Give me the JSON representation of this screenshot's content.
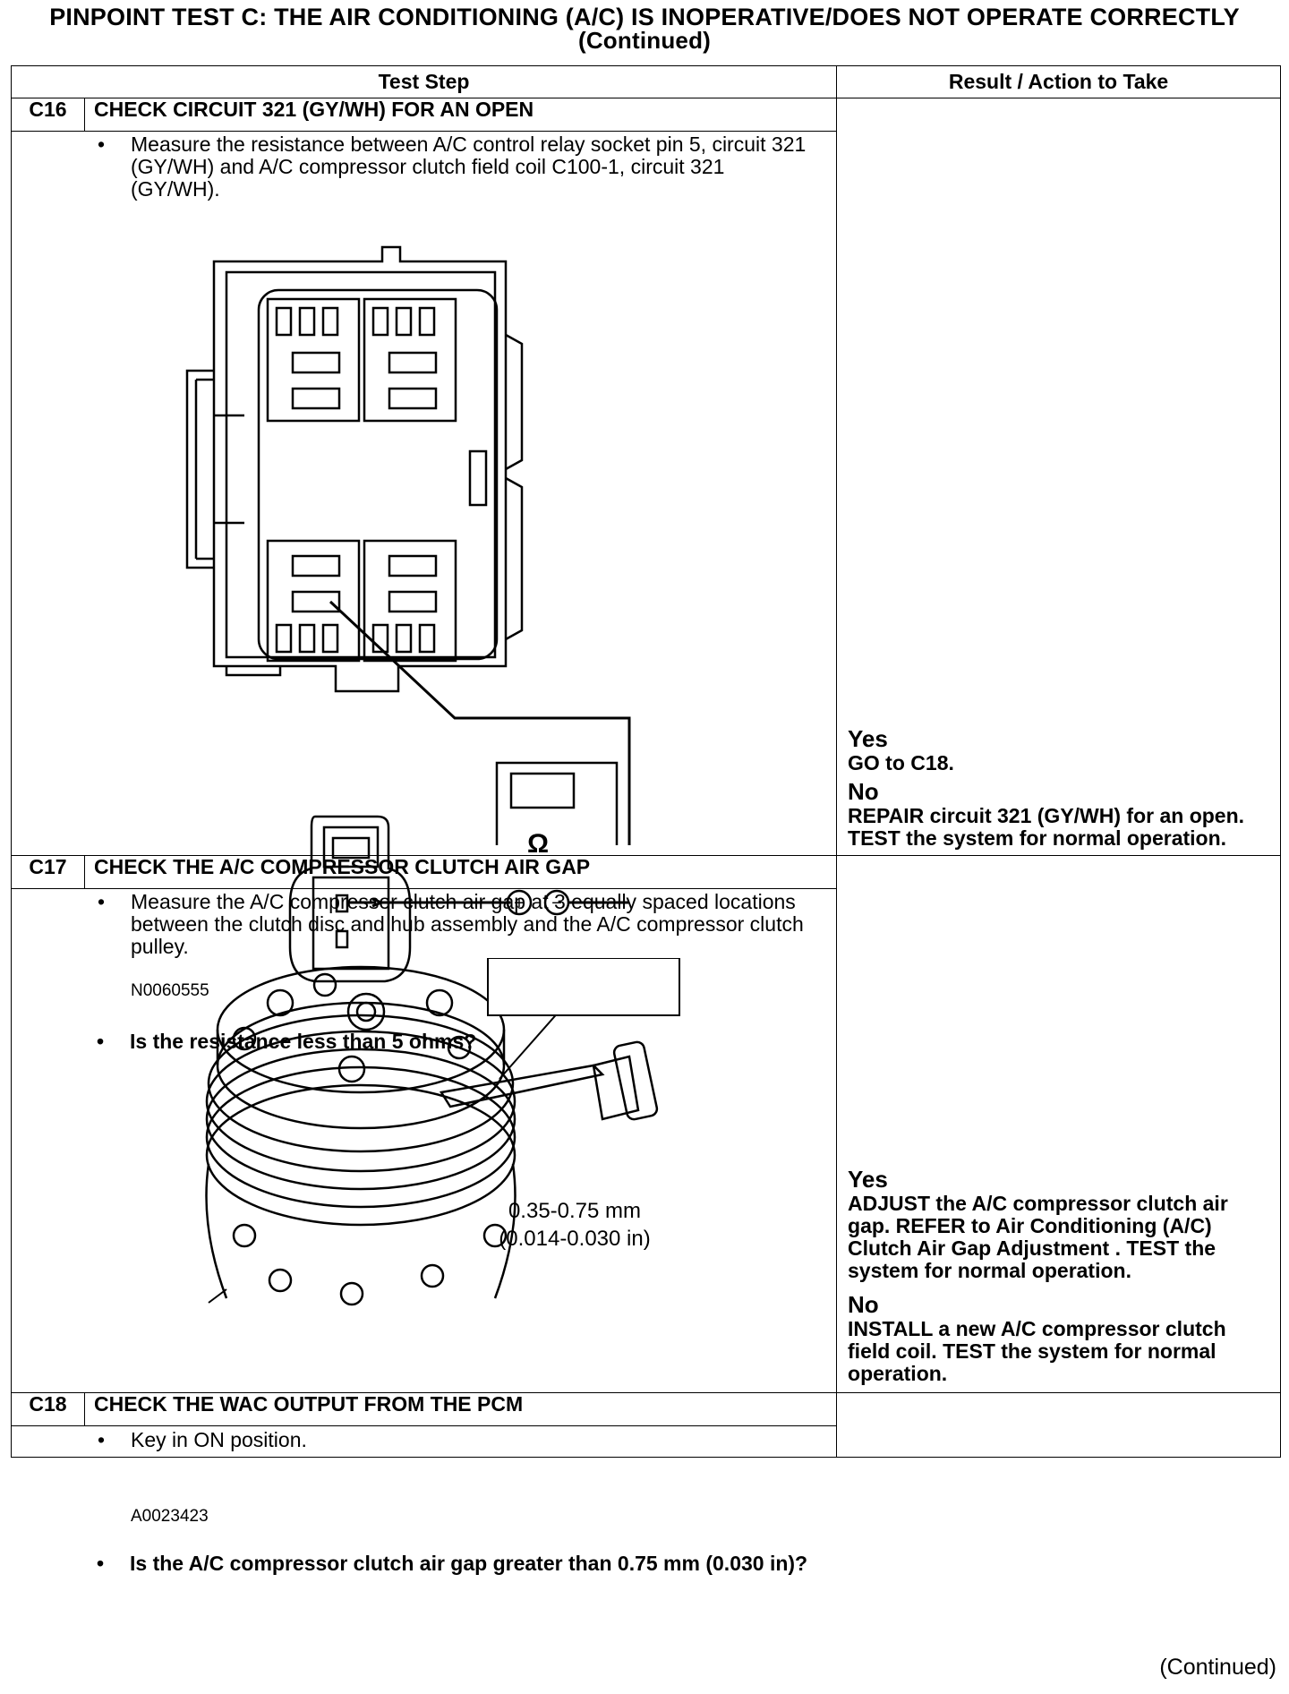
{
  "page": {
    "title": "PINPOINT TEST  C: THE AIR CONDITIONING (A/C) IS INOPERATIVE/DOES NOT OPERATE CORRECTLY",
    "subtitle": "(Continued)",
    "footer": "(Continued)"
  },
  "table": {
    "col_step": "Test Step",
    "col_result": "Result / Action to Take"
  },
  "c16": {
    "id": "C16",
    "heading": "CHECK CIRCUIT 321 (GY/WH) FOR AN OPEN",
    "bullet1": "Measure the resistance between A/C control relay socket pin 5, circuit 321 (GY/WH) and A/C compressor clutch field coil C100-1, circuit 321 (GY/WH).",
    "figure_code": "N0060555",
    "meter_symbol": "Ω",
    "meter_plus": "+",
    "meter_minus": "−",
    "question": "Is the resistance less than 5 ohms?",
    "yes_label": "Yes",
    "yes_text_pre": "GO to ",
    "yes_text_bold": "C18",
    "yes_text_post": ".",
    "no_label": "No",
    "no_text": "REPAIR circuit 321 (GY/WH) for an open. TEST the system for normal operation."
  },
  "c17": {
    "id": "C17",
    "heading": "CHECK THE A/C COMPRESSOR CLUTCH AIR GAP",
    "bullet1": "Measure the A/C compressor clutch air gap at 3 equally spaced locations between the clutch disc and hub assembly and the A/C compressor clutch pulley.",
    "spec_mm": "0.35-0.75 mm",
    "spec_in": "(0.014-0.030 in)",
    "figure_code": "A0023423",
    "question": "Is the A/C compressor clutch air gap greater than 0.75 mm (0.030 in)?",
    "yes_label": "Yes",
    "yes_text": "ADJUST the A/C compressor clutch air gap. REFER to Air Conditioning (A/C) Clutch Air Gap Adjustment . TEST the system for normal operation.",
    "no_label": "No",
    "no_text": "INSTALL a new A/C compressor clutch field coil. TEST the system for normal operation."
  },
  "c18": {
    "id": "C18",
    "heading": "CHECK THE WAC OUTPUT FROM THE PCM",
    "bullet1": "Key in ON position."
  }
}
